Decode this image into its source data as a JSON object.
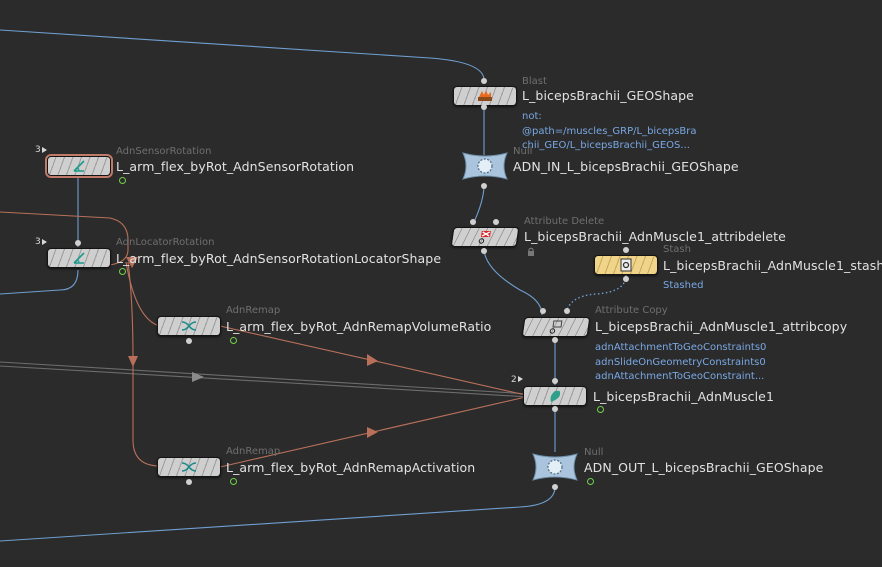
{
  "colors": {
    "background": "#2b2b2b",
    "wire_blue": "#6f9fd0",
    "wire_orange": "#b8705a",
    "wire_gray": "#6c6c6c",
    "info_text": "#79a8e4",
    "label_text": "#e2e2e2",
    "type_text": "#6f6f6f",
    "status_ring": "#6fd24a"
  },
  "nodes": {
    "blast": {
      "type": "Blast",
      "name": "L_bicepsBrachii_GEOShape",
      "icon": "blast-icon",
      "info": [
        "not:",
        "@path=/muscles_GRP/L_bicepsBra",
        "chii_GEO/L_bicepsBrachii_GEOS..."
      ]
    },
    "null_in": {
      "type": "Null",
      "name": "ADN_IN_L_bicepsBrachii_GEOShape",
      "icon": "null-icon"
    },
    "attr_delete": {
      "type": "Attribute Delete",
      "name": "L_bicepsBrachii_AdnMuscle1_attribdelete",
      "icon": "attribute-delete-icon"
    },
    "stash": {
      "type": "Stash",
      "name": "L_bicepsBrachii_AdnMuscle1_stash",
      "icon": "stash-icon",
      "info": [
        "Stashed"
      ]
    },
    "attr_copy": {
      "type": "Attribute Copy",
      "name": "L_bicepsBrachii_AdnMuscle1_attribcopy",
      "icon": "attribute-copy-icon",
      "info": [
        "adnAttachmentToGeoConstraints0",
        "adnSlideOnGeometryConstraints0",
        "adnAttachmentToGeoConstraint..."
      ]
    },
    "muscle": {
      "type": "AdnMuscle",
      "name": "L_bicepsBrachii_AdnMuscle1",
      "icon": "muscle-icon",
      "count": "2"
    },
    "null_out": {
      "type": "Null",
      "name": "ADN_OUT_L_bicepsBrachii_GEOShape",
      "icon": "null-icon"
    },
    "sensor": {
      "type": "AdnSensorRotation",
      "name": "L_arm_flex_byRot_AdnSensorRotation",
      "icon": "sensor-rotation-icon",
      "count": "3"
    },
    "locator": {
      "type": "AdnLocatorRotation",
      "name": "L_arm_flex_byRot_AdnSensorRotationLocatorShape",
      "icon": "locator-rotation-icon",
      "count": "3"
    },
    "remap_volume": {
      "type": "AdnRemap",
      "name": "L_arm_flex_byRot_AdnRemapVolumeRatio",
      "icon": "remap-icon"
    },
    "remap_activation": {
      "type": "AdnRemap",
      "name": "L_arm_flex_byRot_AdnRemapActivation",
      "icon": "remap-icon"
    }
  }
}
